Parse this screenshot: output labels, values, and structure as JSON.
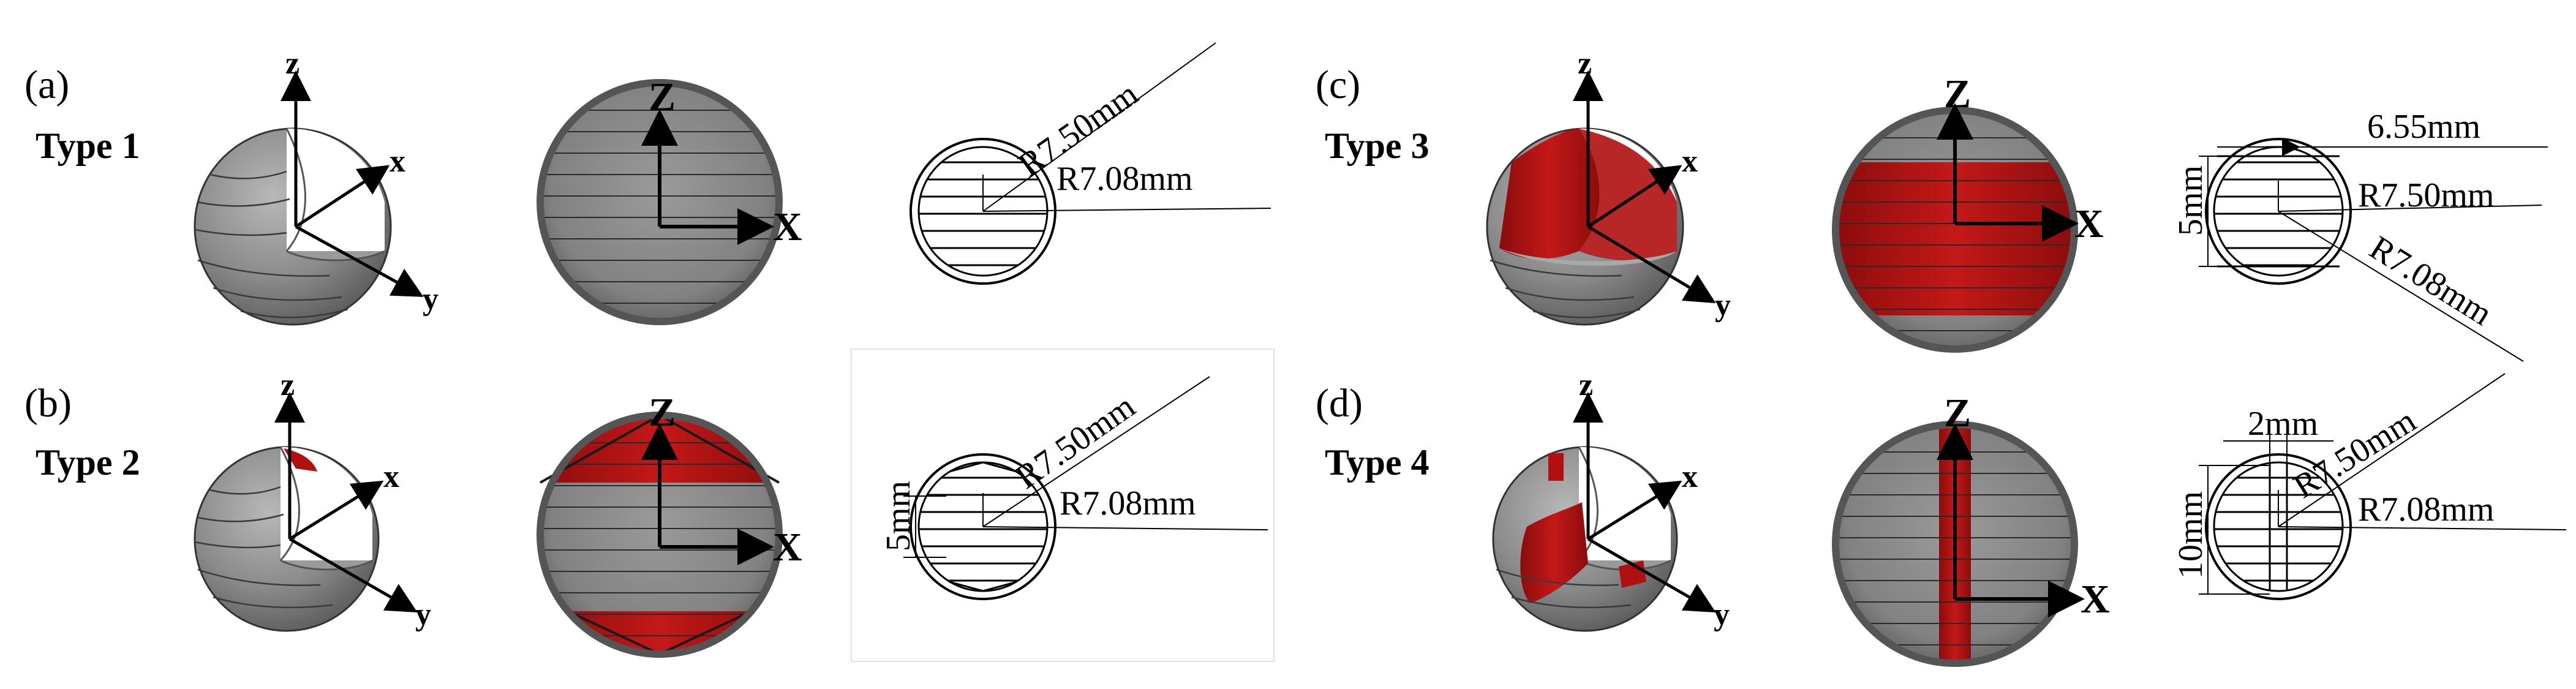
{
  "panels": [
    {
      "label": "(a)",
      "type": "Type 1",
      "outer_radius": "R7.50mm",
      "inner_radius": "R7.08mm",
      "dims": []
    },
    {
      "label": "(b)",
      "type": "Type 2",
      "outer_radius": "R7.50mm",
      "inner_radius": "R7.08mm",
      "dims": [
        "5mm"
      ]
    },
    {
      "label": "(c)",
      "type": "Type 3",
      "outer_radius": "R7.50mm",
      "inner_radius": "R7.08mm",
      "dims": [
        "6.55mm",
        "5mm"
      ]
    },
    {
      "label": "(d)",
      "type": "Type 4",
      "outer_radius": "R7.50mm",
      "inner_radius": "R7.08mm",
      "dims": [
        "2mm",
        "10mm"
      ]
    }
  ],
  "axes": {
    "x": "x",
    "y": "y",
    "z": "z",
    "front_x": "X",
    "front_z": "Z"
  },
  "colors": {
    "shell": "#8c8c8c",
    "shell_dark": "#5f5f5f",
    "filler": "#b01010",
    "line": "#1a1a1a"
  }
}
